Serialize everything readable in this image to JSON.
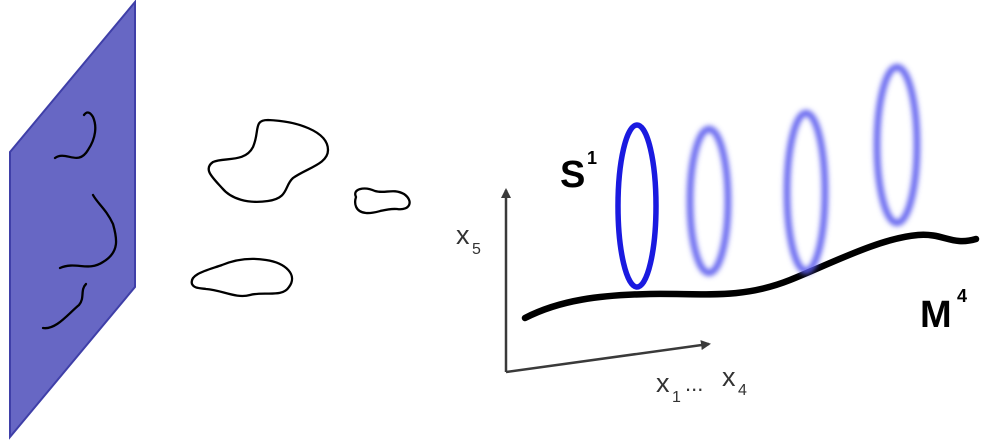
{
  "labels": {
    "circle": {
      "base": "S",
      "sup": "1"
    },
    "manifold": {
      "base": "M",
      "sup": "4"
    },
    "axis_vertical": {
      "base": "x",
      "sub": "5"
    },
    "axis_horizontal": {
      "base_start": "x",
      "sub_start": "1",
      "ellipsis": "...",
      "base_end": "x",
      "sub_end": "4"
    }
  },
  "colors": {
    "brane": "#6767c4",
    "brane_edge": "#3f3fa8",
    "circle": "#1a1ae0",
    "circle_blurred": "#5a5aee",
    "line": "#000000",
    "axis": "#3a3a3a"
  }
}
